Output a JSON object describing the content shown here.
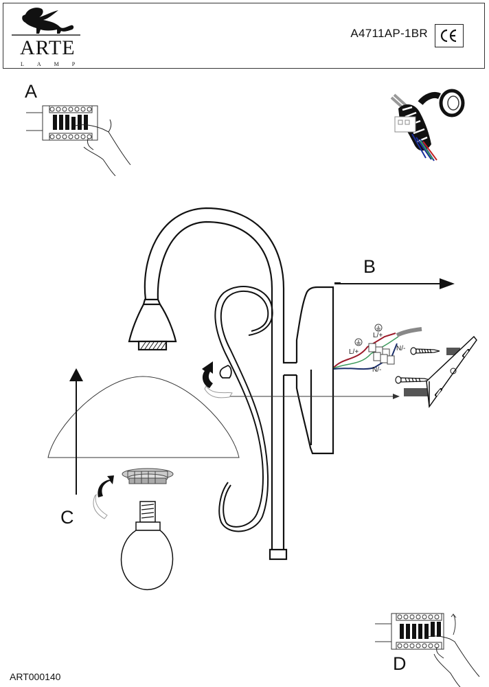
{
  "header": {
    "brand": "ARTE",
    "brand_sub": "LAMP",
    "model": "A4711AP-1BR",
    "certification_mark": "CE"
  },
  "steps": {
    "a": {
      "label": "A",
      "illustration": "switch-off-breaker"
    },
    "b": {
      "label": "B",
      "illustration": "mount-bracket-and-wire"
    },
    "c": {
      "label": "C",
      "illustration": "install-bulb-and-shade"
    },
    "d": {
      "label": "D",
      "illustration": "switch-on-breaker"
    }
  },
  "wiring": {
    "labels": [
      "L/+",
      "L/+",
      "N/-",
      "N/-"
    ],
    "colors": {
      "live": "#9b1b2a",
      "earth": "#3a9a5a",
      "neutral": "#1b2f6b"
    }
  },
  "footer": {
    "article_code": "ART000140"
  }
}
